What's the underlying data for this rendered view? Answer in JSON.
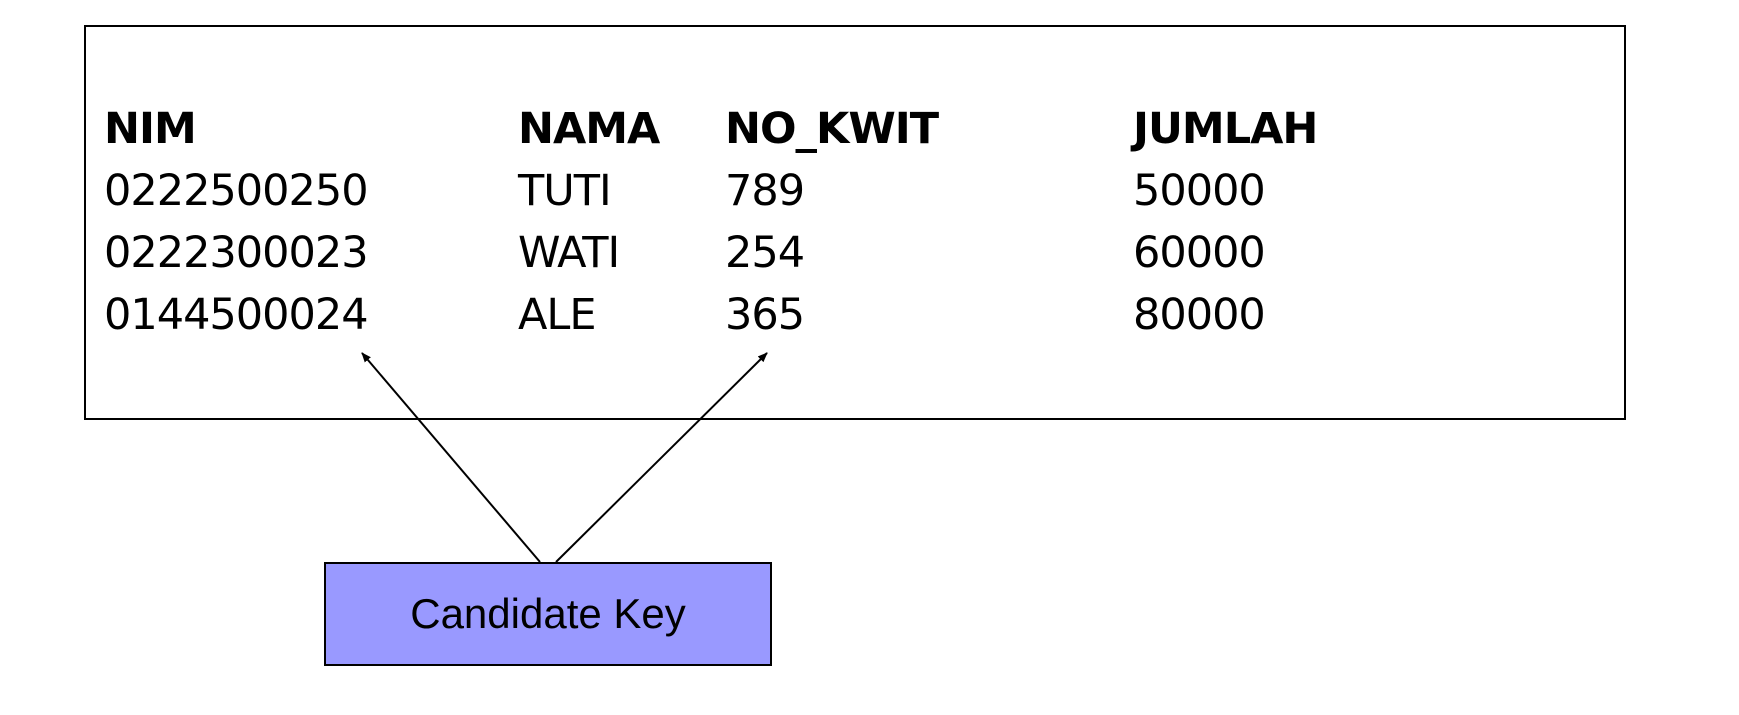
{
  "table": {
    "headers": [
      "NIM",
      "NAMA",
      "NO_KWIT",
      "JUMLAH"
    ],
    "rows": [
      [
        "0222500250",
        "TUTI",
        "789",
        "50000"
      ],
      [
        "0222300023",
        "WATI",
        "254",
        "60000"
      ],
      [
        "0144500024",
        "ALE",
        "365",
        "80000"
      ]
    ]
  },
  "callout": {
    "label": "Candidate Key",
    "fill_color": "#9999ff",
    "targets": [
      "NIM",
      "NO_KWIT"
    ]
  }
}
